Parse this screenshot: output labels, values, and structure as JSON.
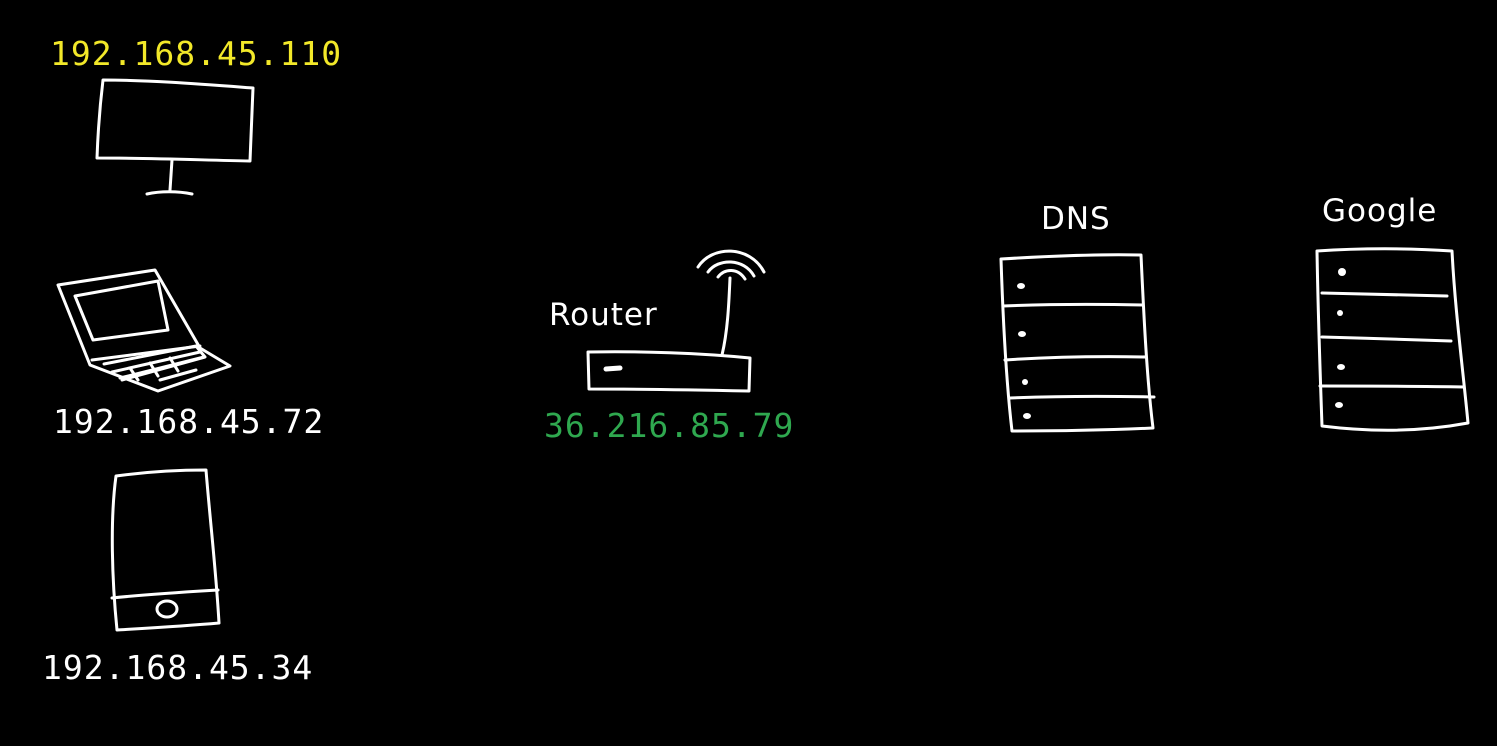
{
  "devices": {
    "desktop": {
      "ip": "192.168.45.110",
      "icon": "monitor-icon",
      "ip_color": "#f2e829"
    },
    "laptop": {
      "ip": "192.168.45.72",
      "icon": "laptop-icon",
      "ip_color": "#ffffff"
    },
    "phone": {
      "ip": "192.168.45.34",
      "icon": "phone-icon",
      "ip_color": "#ffffff"
    }
  },
  "router": {
    "label": "Router",
    "ip": "36.216.85.79",
    "icon": "router-icon",
    "ip_color": "#2fa84f"
  },
  "servers": {
    "dns": {
      "label": "DNS",
      "icon": "server-rack-icon"
    },
    "google": {
      "label": "Google",
      "icon": "server-rack-icon"
    }
  },
  "colors": {
    "background": "#000000",
    "stroke": "#ffffff"
  }
}
